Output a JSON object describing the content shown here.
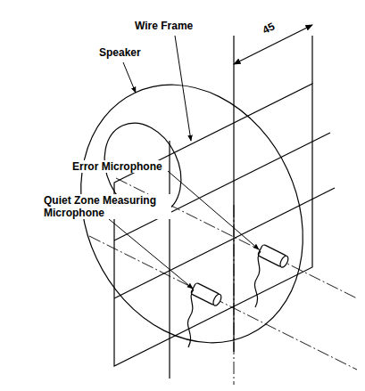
{
  "diagram": {
    "labels": [
      "45",
      "Wire Frame",
      "Speaker",
      "Error Microphone",
      "Quiet Zone Measuring Microphone"
    ]
  }
}
